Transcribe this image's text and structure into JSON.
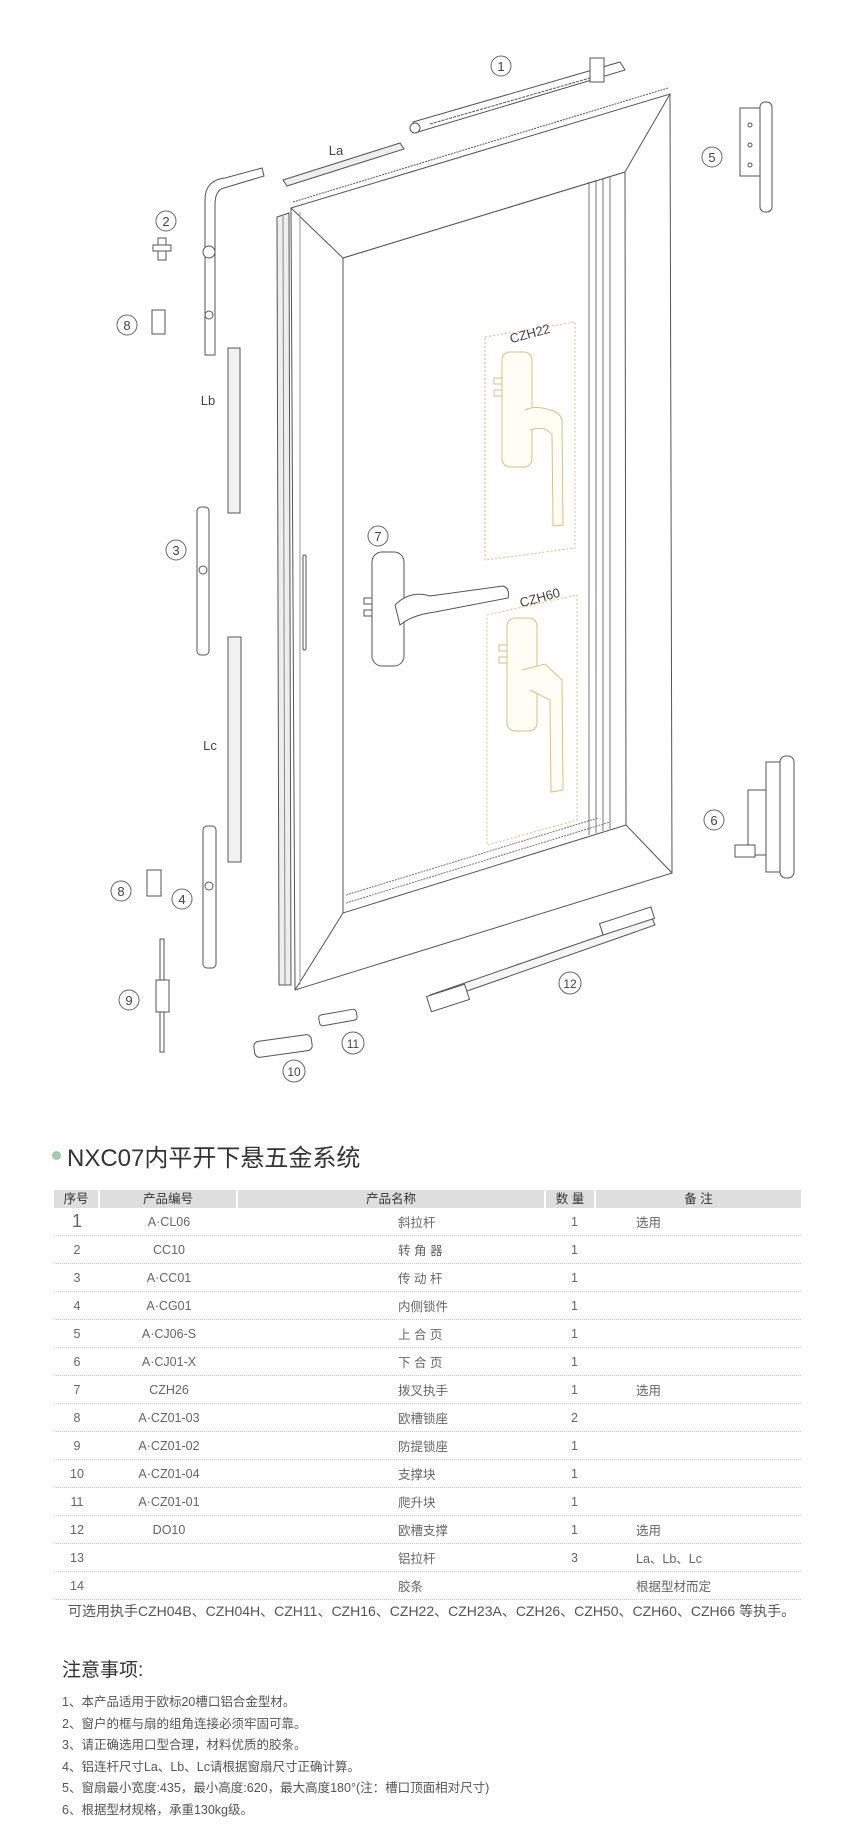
{
  "diagram": {
    "callouts": [
      "1",
      "2",
      "3",
      "4",
      "5",
      "6",
      "7",
      "8",
      "8",
      "9",
      "10",
      "11",
      "12"
    ],
    "rod_labels": {
      "la": "La",
      "lb": "Lb",
      "lc": "Lc"
    },
    "handle_options": {
      "a": "CZH22",
      "b": "CZH60"
    },
    "colors": {
      "line": "#555555",
      "gold": "#d8c27a"
    }
  },
  "title": "NXC07内平开下悬五金系统",
  "table": {
    "headers": [
      "序号",
      "产品编号",
      "产品名称",
      "数 量",
      "备 注"
    ],
    "rows": [
      {
        "no": "1",
        "code": "A·CL06",
        "name": "斜拉杆",
        "qty": "1",
        "note": "选用"
      },
      {
        "no": "2",
        "code": "CC10",
        "name": "转 角 器",
        "qty": "1",
        "note": ""
      },
      {
        "no": "3",
        "code": "A·CC01",
        "name": "传 动 杆",
        "qty": "1",
        "note": ""
      },
      {
        "no": "4",
        "code": "A·CG01",
        "name": "内侧锁件",
        "qty": "1",
        "note": ""
      },
      {
        "no": "5",
        "code": "A·CJ06-S",
        "name": "上 合 页",
        "qty": "1",
        "note": ""
      },
      {
        "no": "6",
        "code": "A·CJ01-X",
        "name": "下 合 页",
        "qty": "1",
        "note": ""
      },
      {
        "no": "7",
        "code": "CZH26",
        "name": "拨叉执手",
        "qty": "1",
        "note": "选用"
      },
      {
        "no": "8",
        "code": "A·CZ01-03",
        "name": "欧槽锁座",
        "qty": "2",
        "note": ""
      },
      {
        "no": "9",
        "code": "A·CZ01-02",
        "name": "防提锁座",
        "qty": "1",
        "note": ""
      },
      {
        "no": "10",
        "code": "A·CZ01-04",
        "name": "支撑块",
        "qty": "1",
        "note": ""
      },
      {
        "no": "11",
        "code": "A·CZ01-01",
        "name": "爬升块",
        "qty": "1",
        "note": ""
      },
      {
        "no": "12",
        "code": "DO10",
        "name": "欧槽支撑",
        "qty": "1",
        "note": "选用"
      },
      {
        "no": "13",
        "code": "",
        "name": "铝拉杆",
        "qty": "3",
        "note": "La、Lb、Lc"
      },
      {
        "no": "14",
        "code": "",
        "name": "胶条",
        "qty": "",
        "note": "根据型材而定"
      }
    ]
  },
  "optional_handles": "可选用执手CZH04B、CZH04H、CZH11、CZH16、CZH22、CZH23A、CZH26、CZH50、CZH60、CZH66 等执手。",
  "notes": {
    "title": "注意事项:",
    "items": [
      "1、本产品适用于欧标20槽口铝合金型材。",
      "2、窗户的框与扇的组角连接必须牢固可靠。",
      "3、请正确选用口型合理，材料优质的胶条。",
      "4、铝连杆尺寸La、Lb、Lc请根据窗扇尺寸正确计算。",
      "5、窗扇最小宽度:435，最小高度:620，最大高度180°(注：槽口顶面相对尺寸)",
      "6、根据型材规格，承重130kg级。"
    ]
  },
  "accent_color": "#9ccfa6",
  "header_bg": "#dedede"
}
